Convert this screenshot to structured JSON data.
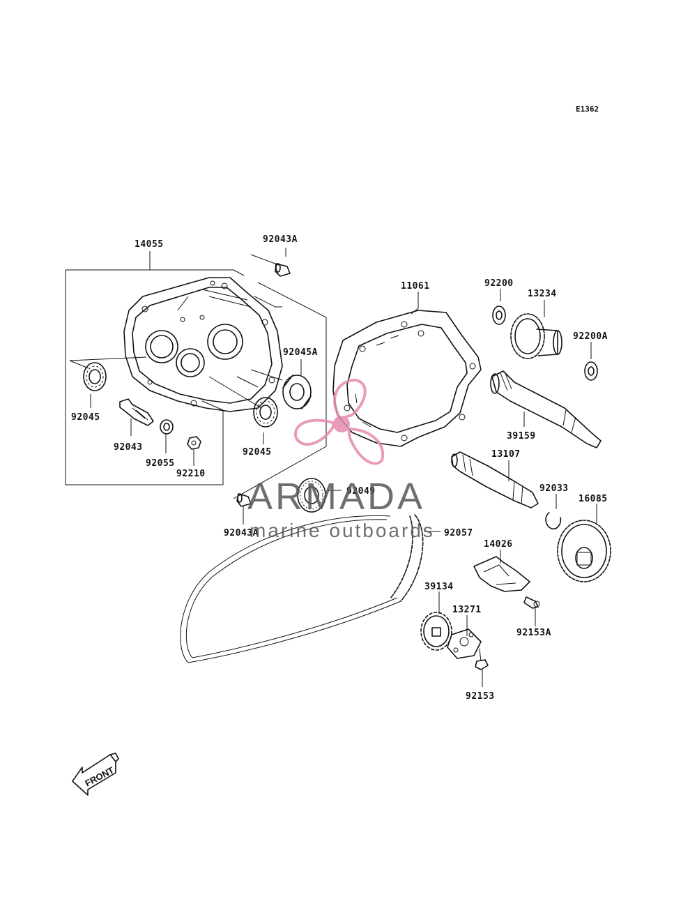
{
  "diagram_code": "E1362",
  "front_label": "FRONT",
  "watermark": {
    "brand": "ARMADA",
    "tagline": "marine outboards",
    "accent_color": "#e48ab0",
    "text_color": "#555555"
  },
  "parts": {
    "p14055": "14055",
    "p92043A_top": "92043A",
    "p92045A": "92045A",
    "p92045_left": "92045",
    "p92045_right": "92045",
    "p92043": "92043",
    "p92055": "92055",
    "p92210": "92210",
    "p92043A_bottom": "92043A",
    "p92049": "92049",
    "p92057": "92057",
    "p11061": "11061",
    "p92200": "92200",
    "p13234": "13234",
    "p92200A": "92200A",
    "p39159": "39159",
    "p13107": "13107",
    "p92033": "92033",
    "p16085": "16085",
    "p14026": "14026",
    "p39134": "39134",
    "p13271": "13271",
    "p92153A": "92153A",
    "p92153": "92153"
  }
}
